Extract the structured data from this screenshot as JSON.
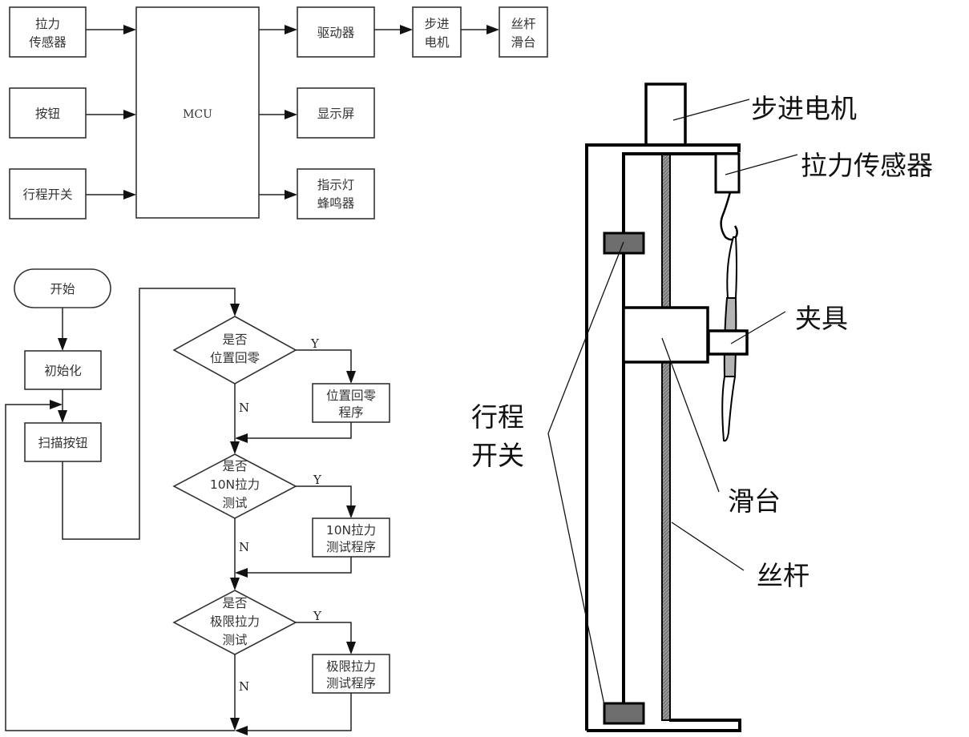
{
  "block_diagram": {
    "inputs": [
      {
        "lines": [
          "拉力",
          "传感器"
        ]
      },
      {
        "lines": [
          "按钮"
        ]
      },
      {
        "lines": [
          "行程开关"
        ]
      }
    ],
    "mcu": "MCU",
    "outputs": [
      {
        "lines": [
          "驱动器"
        ]
      },
      {
        "lines": [
          "显示屏"
        ]
      },
      {
        "lines": [
          "指示灯",
          "蜂鸣器"
        ]
      }
    ],
    "chain": [
      {
        "lines": [
          "步进",
          "电机"
        ]
      },
      {
        "lines": [
          "丝杆",
          "滑台"
        ]
      }
    ]
  },
  "flowchart": {
    "start": "开始",
    "init": "初始化",
    "scan": "扫描按钮",
    "decisions": [
      {
        "lines": [
          "是否",
          "位置回零"
        ],
        "yes_label": "Y",
        "no_label": "N",
        "action_lines": [
          "位置回零",
          "程序"
        ]
      },
      {
        "lines": [
          "是否",
          "10N拉力",
          "测试"
        ],
        "yes_label": "Y",
        "no_label": "N",
        "action_lines": [
          "10N拉力",
          "测试程序"
        ]
      },
      {
        "lines": [
          "是否",
          "极限拉力",
          "测试"
        ],
        "yes_label": "Y",
        "no_label": "N",
        "action_lines": [
          "极限拉力",
          "测试程序"
        ]
      }
    ]
  },
  "mechanism": {
    "labels": {
      "stepper_motor": "步进电机",
      "force_sensor": "拉力传感器",
      "fixture": "夹具",
      "limit_switch": [
        "行程",
        "开关"
      ],
      "slide_table": "滑台",
      "lead_screw": "丝杆"
    },
    "colors": {
      "limit_switch_fill": "#6e6e6e",
      "specimen_fill": "#b4b4b4"
    }
  }
}
